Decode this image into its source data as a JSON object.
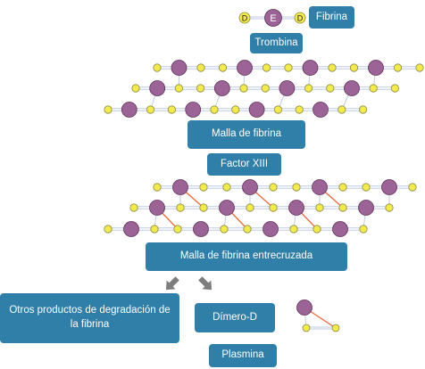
{
  "labels": {
    "fibrina": "Fibrina",
    "trombina": "Trombina",
    "malla_fibrina": "Malla de fibrina",
    "factor_xiii": "Factor XIII",
    "malla_entrecruzada": "Malla de fibrina entrecruzada",
    "otros_productos": "Otros productos de degradación de la fibrina",
    "dimero_d": "Dímero-D",
    "plasmina": "Plasmina"
  },
  "fibrinogen_domains": {
    "d": "D",
    "e": "E"
  },
  "colors": {
    "box": "#2f7fa9",
    "e_domain": "#9b6396",
    "d_domain": "#f3ea4f",
    "link": "#bfcbe0",
    "crosslink": "#e8683a",
    "arrow": "#7d7d7d"
  }
}
